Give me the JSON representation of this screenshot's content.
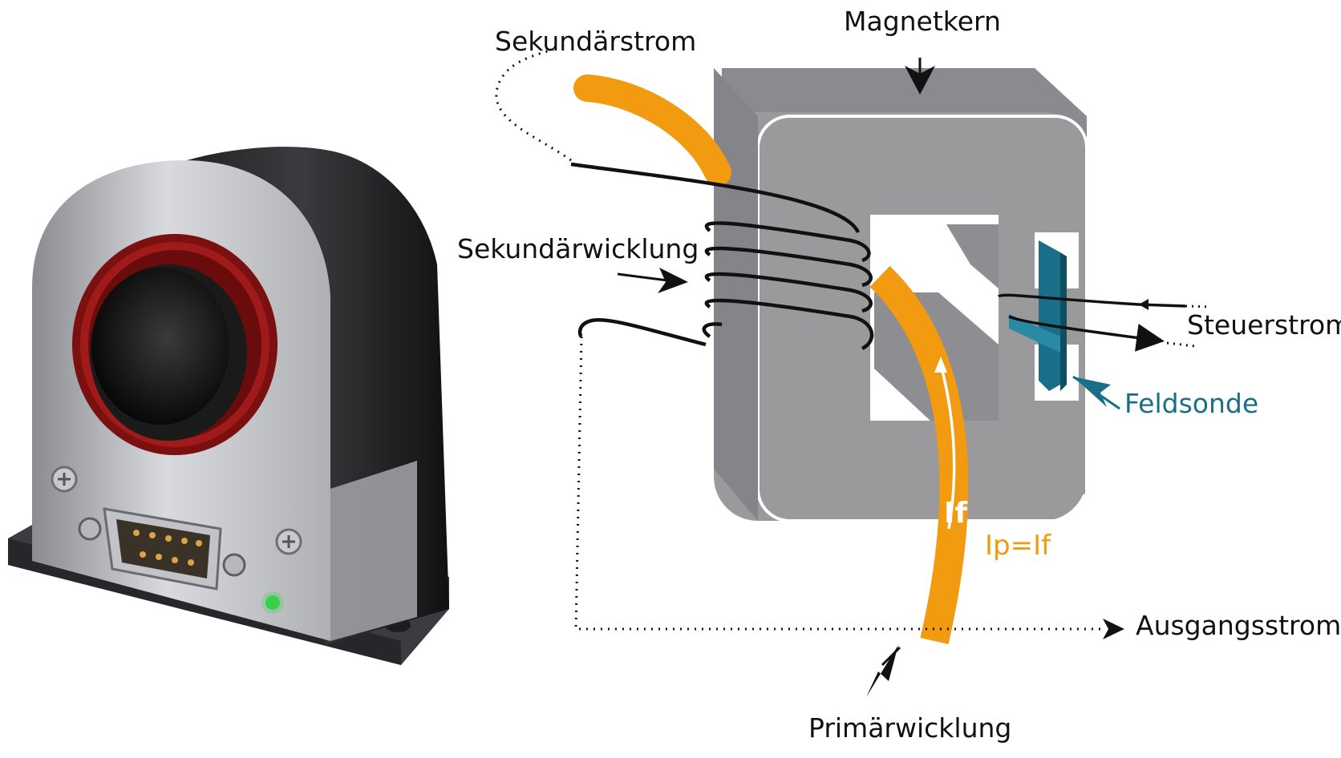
{
  "labels": {
    "magnetkern": "Magnetkern",
    "sekundaerstrom": "Sekundärstrom",
    "sekundaerwicklung": "Sekundärwicklung",
    "steuerstrom": "Steuerstrom",
    "feldsonde": "Feldsonde",
    "if": "If",
    "ip_if": "Ip=If",
    "ausgangsstrom": "Ausgangsstrom",
    "primaerwicklung": "Primärwicklung"
  },
  "colors": {
    "core_gray": "#9a999c",
    "core_dark": "#7d7c80",
    "orange": "#f29a10",
    "teal": "#1a6f88",
    "sensor_red": "#a11a1a",
    "led_green": "#39d14a"
  },
  "icons": {
    "sensor_photo": "current-sensor-device-illustration"
  }
}
